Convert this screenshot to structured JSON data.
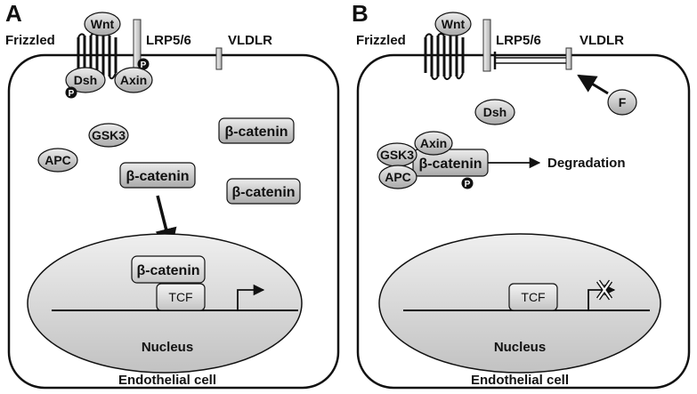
{
  "panels": {
    "a": {
      "letter": "A",
      "frizzled": "Frizzled",
      "lrp": "LRP5/6",
      "vldlr": "VLDLR",
      "wnt": "Wnt",
      "dsh": "Dsh",
      "axin": "Axin",
      "p1": "P",
      "p2": "P",
      "gsk3": "GSK3",
      "apc": "APC",
      "bcat1": "β-catenin",
      "bcat2": "β-catenin",
      "bcat3": "β-catenin",
      "bcat_nuc": "β-catenin",
      "tcf": "TCF",
      "nucleus": "Nucleus",
      "cell": "Endothelial cell"
    },
    "b": {
      "letter": "B",
      "frizzled": "Frizzled",
      "lrp": "LRP5/6",
      "vldlr": "VLDLR",
      "wnt": "Wnt",
      "f": "F",
      "dsh": "Dsh",
      "axin": "Axin",
      "gsk3": "GSK3",
      "apc": "APC",
      "bcat": "β-catenin",
      "p": "P",
      "degradation": "Degradation",
      "tcf": "TCF",
      "nucleus": "Nucleus",
      "cell": "Endothelial cell"
    }
  }
}
